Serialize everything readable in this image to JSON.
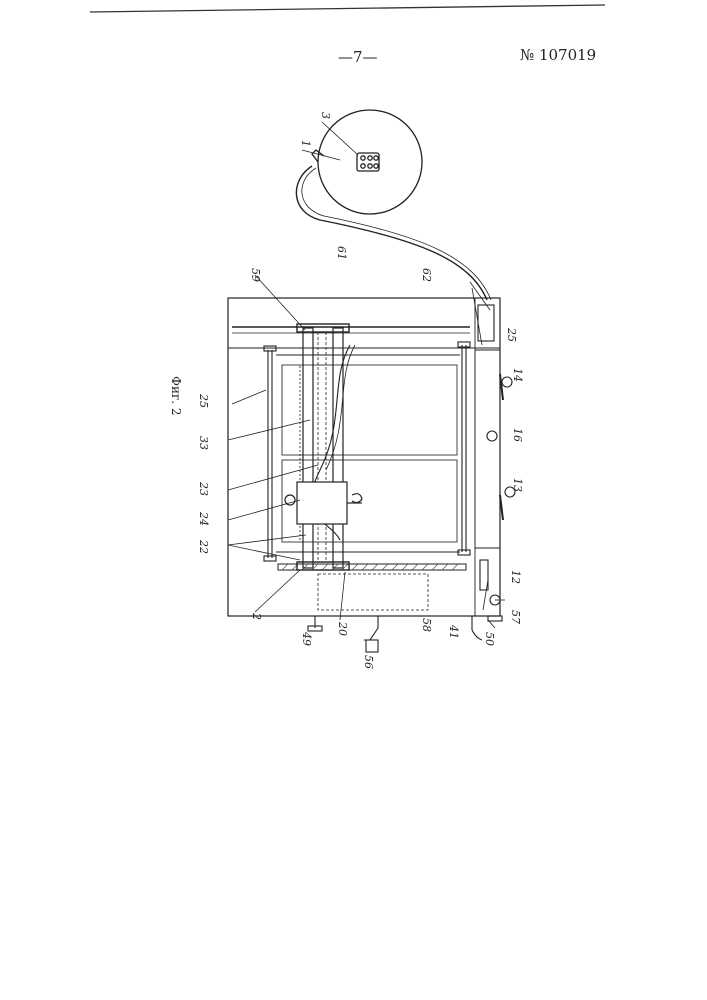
{
  "header": {
    "page_number": "—7—",
    "patent_number": "№ 107019"
  },
  "figure": {
    "caption": "Фиг. 2",
    "labels": [
      "1",
      "3",
      "61",
      "62",
      "59",
      "25",
      "33",
      "23",
      "24",
      "22",
      "2",
      "49",
      "20",
      "58",
      "56",
      "41",
      "50",
      "57",
      "12",
      "13",
      "16",
      "14",
      "25"
    ]
  }
}
